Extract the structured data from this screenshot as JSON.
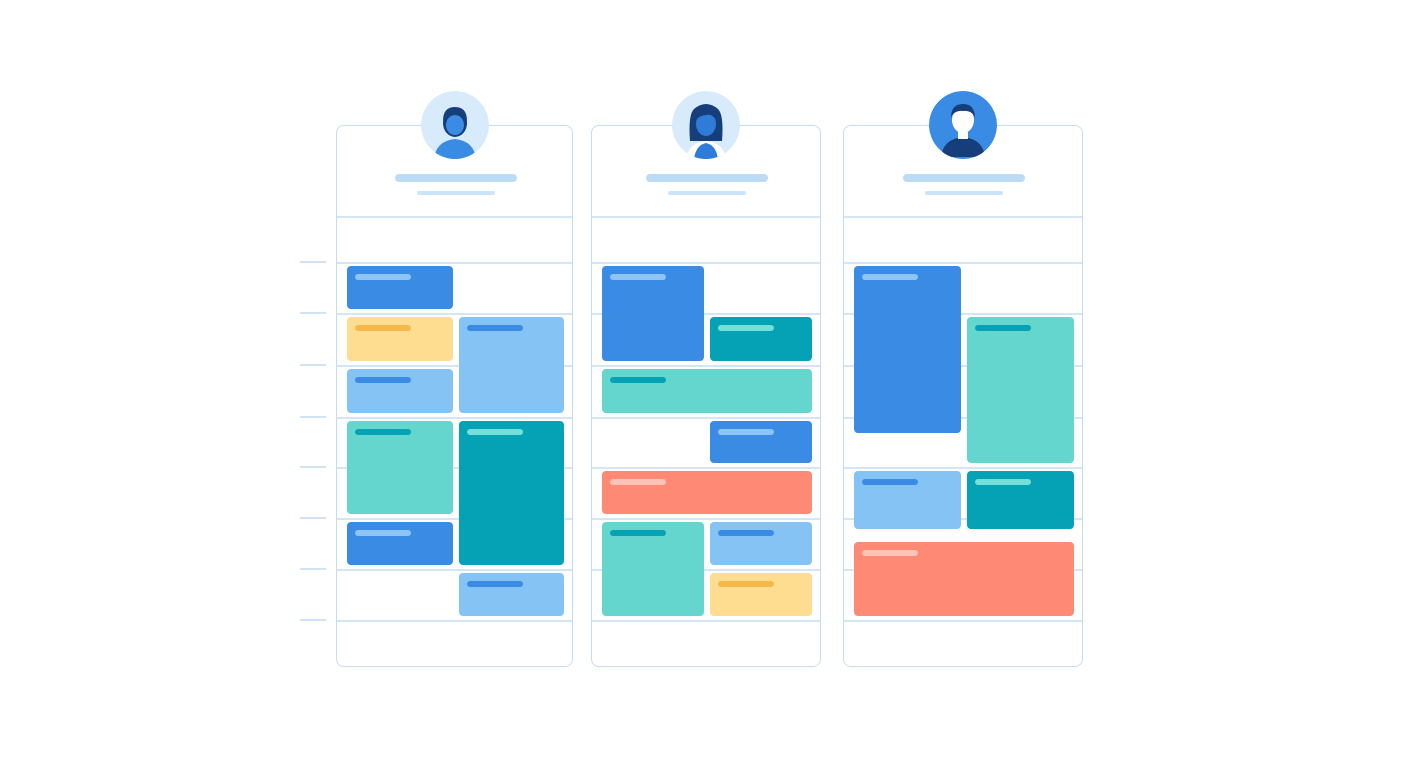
{
  "colors": {
    "column_border": "#c4ddf2",
    "grid_line": "#d4e6f5",
    "name_bar": "#bcdcf6",
    "blue": "#3a8be3",
    "light_blue": "#86c3f5",
    "teal": "#65d6ce",
    "dark_teal": "#05a2b6",
    "yellow": "#fedd91",
    "coral": "#fe8a75"
  },
  "people": [
    {
      "avatar_icon": "person-icon-short-hair",
      "avatar_bg": "#d7ebfb",
      "events": [
        {
          "color": "blue",
          "start": 1,
          "end": 2,
          "lane": 0
        },
        {
          "color": "yellow",
          "start": 2,
          "end": 3,
          "lane": 0
        },
        {
          "color": "light_blue",
          "start": 2,
          "end": 4,
          "lane": 1
        },
        {
          "color": "light_blue",
          "start": 3,
          "end": 4,
          "lane": 0
        },
        {
          "color": "teal",
          "start": 4,
          "end": 6,
          "lane": 0
        },
        {
          "color": "dark_teal",
          "start": 4,
          "end": 7,
          "lane": 1
        },
        {
          "color": "blue",
          "start": 6,
          "end": 7,
          "lane": 0
        },
        {
          "color": "light_blue",
          "start": 7,
          "end": 8,
          "lane": 1
        }
      ]
    },
    {
      "avatar_icon": "person-icon-long-hair",
      "avatar_bg": "#d7ebfb",
      "events": [
        {
          "color": "blue",
          "start": 1,
          "end": 3,
          "lane": 0
        },
        {
          "color": "dark_teal",
          "start": 2,
          "end": 3,
          "lane": 1
        },
        {
          "color": "teal",
          "start": 3,
          "end": 4,
          "lane": "full"
        },
        {
          "color": "blue",
          "start": 4,
          "end": 5,
          "lane": 1
        },
        {
          "color": "coral",
          "start": 5,
          "end": 6,
          "lane": "full"
        },
        {
          "color": "teal",
          "start": 6,
          "end": 8,
          "lane": 0
        },
        {
          "color": "light_blue",
          "start": 6,
          "end": 7,
          "lane": 1
        },
        {
          "color": "yellow",
          "start": 7,
          "end": 8,
          "lane": 1
        }
      ]
    },
    {
      "avatar_icon": "person-icon-man",
      "avatar_bg": "#3a8be3",
      "events": [
        {
          "color": "blue",
          "start": 1,
          "end": 4.4,
          "lane": 0
        },
        {
          "color": "teal",
          "start": 2,
          "end": 5,
          "lane": 1
        },
        {
          "color": "light_blue",
          "start": 5,
          "end": 6.3,
          "lane": 0
        },
        {
          "color": "dark_teal",
          "start": 5,
          "end": 6.3,
          "lane": 1
        },
        {
          "color": "coral",
          "start": 6.4,
          "end": 8,
          "lane": "full"
        }
      ]
    }
  ]
}
